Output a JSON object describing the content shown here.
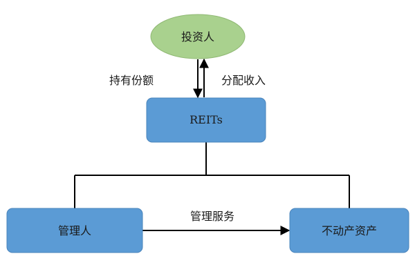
{
  "diagram": {
    "nodes": {
      "investor": {
        "label": "投资人",
        "fill": "#a9d18e",
        "stroke": "#8fb873"
      },
      "reits": {
        "label": "REITs",
        "fill": "#5b9bd5",
        "stroke": "#4a84bb"
      },
      "manager": {
        "label": "管理人",
        "fill": "#5b9bd5",
        "stroke": "#4a84bb"
      },
      "real_estate": {
        "label": "不动产资产",
        "fill": "#5b9bd5",
        "stroke": "#4a84bb"
      }
    },
    "edges": {
      "hold_shares": {
        "label": "持有份额",
        "from": "investor",
        "to": "reits"
      },
      "distribute_income": {
        "label": "分配收入",
        "from": "reits",
        "to": "investor"
      },
      "management_service": {
        "label": "管理服务",
        "from": "manager",
        "to": "real_estate"
      }
    },
    "line_color": "#000000"
  }
}
